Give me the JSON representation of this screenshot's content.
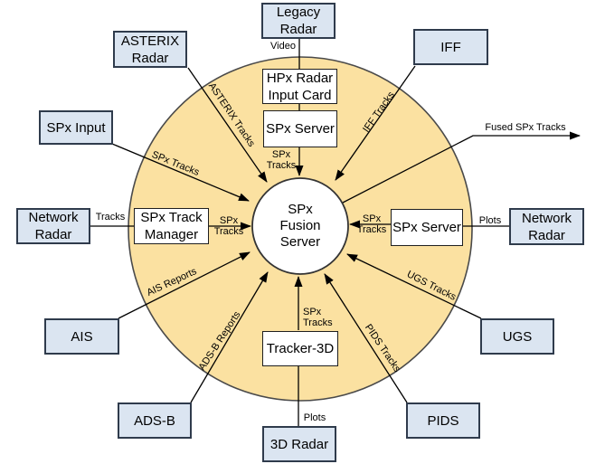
{
  "theme": {
    "ring_fill": "#fbe1a1",
    "ring_border": "#4a4a4a",
    "node_fill": "#dbe5f1",
    "node_border": "#2f3b4c",
    "white_box_fill": "#ffffff",
    "white_box_border": "#1f1f1f",
    "line_color": "#000000",
    "text_color": "#000000"
  },
  "center": {
    "label": "SPx Fusion Server"
  },
  "nodes": {
    "legacy_radar": "Legacy Radar",
    "asterix_radar": "ASTERIX Radar",
    "iff": "IFF",
    "spx_input": "SPx Input",
    "network_radar_left": "Network Radar",
    "ais": "AIS",
    "adsb": "ADS-B",
    "radar_3d": "3D Radar",
    "pids": "PIDS",
    "ugs": "UGS",
    "network_radar_right": "Network Radar",
    "hpx_card": "HPx Radar Input Card",
    "spx_server_top": "SPx Server",
    "spx_track_manager": "SPx Track Manager",
    "spx_server_right": "SPx Server",
    "tracker_3d": "Tracker-3D"
  },
  "edge_labels": {
    "video": "Video",
    "asterix_tracks": "ASTERIX Tracks",
    "iff_tracks": "IFF Tracks",
    "spx_tracks_input": "SPx Tracks",
    "tracks": "Tracks",
    "spx_tracks_manager": "SPx Tracks",
    "spx_tracks_top": "SPx Tracks",
    "fused_spx_tracks": "Fused SPx Tracks",
    "spx_tracks_right": "SPx Tracks",
    "plots_right": "Plots",
    "ais_reports": "AIS Reports",
    "adsb_reports": "ADS-B Reports",
    "spx_tracks_tracker": "SPx Tracks",
    "plots_bottom": "Plots",
    "pids_tracks": "PIDS Tracks",
    "ugs_tracks": "UGS Tracks"
  }
}
